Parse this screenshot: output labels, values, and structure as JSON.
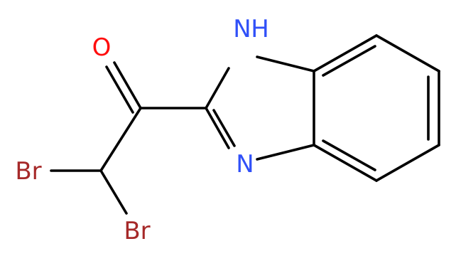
{
  "molecule": {
    "atoms": {
      "oxygen": {
        "label": "O",
        "color": "#ff0d0d"
      },
      "nh": {
        "label": "H",
        "color": "#3050f8"
      },
      "n_nh": {
        "label": "N",
        "color": "#3050f8"
      },
      "n_imine": {
        "label": "N",
        "color": "#3050f8"
      },
      "br_left": {
        "label": "Br",
        "color": "#a62929"
      },
      "br_bottom": {
        "label": "Br",
        "color": "#a62929"
      }
    },
    "bond_color": "#000000"
  }
}
